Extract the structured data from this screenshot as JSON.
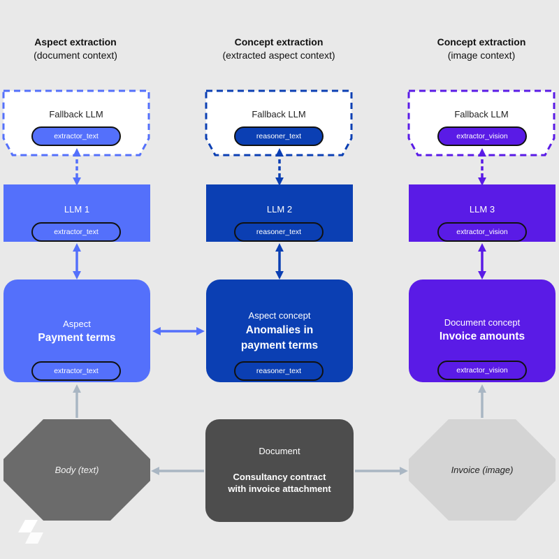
{
  "columns": [
    {
      "title": "Aspect extraction",
      "subtitle": "(document context)"
    },
    {
      "title": "Concept extraction",
      "subtitle": "(extracted aspect context)"
    },
    {
      "title": "Concept extraction",
      "subtitle": "(image context)"
    }
  ],
  "fallbacks": [
    {
      "label": "Fallback LLM",
      "role": "extractor_text"
    },
    {
      "label": "Fallback LLM",
      "role": "reasoner_text"
    },
    {
      "label": "Fallback LLM",
      "role": "extractor_vision"
    }
  ],
  "llms": [
    {
      "label": "LLM 1",
      "role": "extractor_text"
    },
    {
      "label": "LLM 2",
      "role": "reasoner_text"
    },
    {
      "label": "LLM 3",
      "role": "extractor_vision"
    }
  ],
  "concepts": [
    {
      "subtitle": "Aspect",
      "title": "Payment terms",
      "role": "extractor_text"
    },
    {
      "subtitle": "Aspect concept",
      "title_line1": "Anomalies in",
      "title_line2": "payment terms",
      "role": "reasoner_text"
    },
    {
      "subtitle": "Document concept",
      "title": "Invoice amounts",
      "role": "extractor_vision"
    }
  ],
  "sources": {
    "body": "Body (text)",
    "document_label": "Document",
    "document_line1": "Consultancy contract",
    "document_line2": "with invoice attachment",
    "invoice": "Invoice (image)"
  },
  "colors": {
    "col1": "#5470fb",
    "col2": "#0b3fb3",
    "col3": "#5a1be6",
    "arrow_gray": "#a9b6c3",
    "body_octagon": "#6b6b6b",
    "document_box": "#4d4d4d",
    "invoice_octagon": "#d4d4d4",
    "background": "#e9e9e9"
  }
}
